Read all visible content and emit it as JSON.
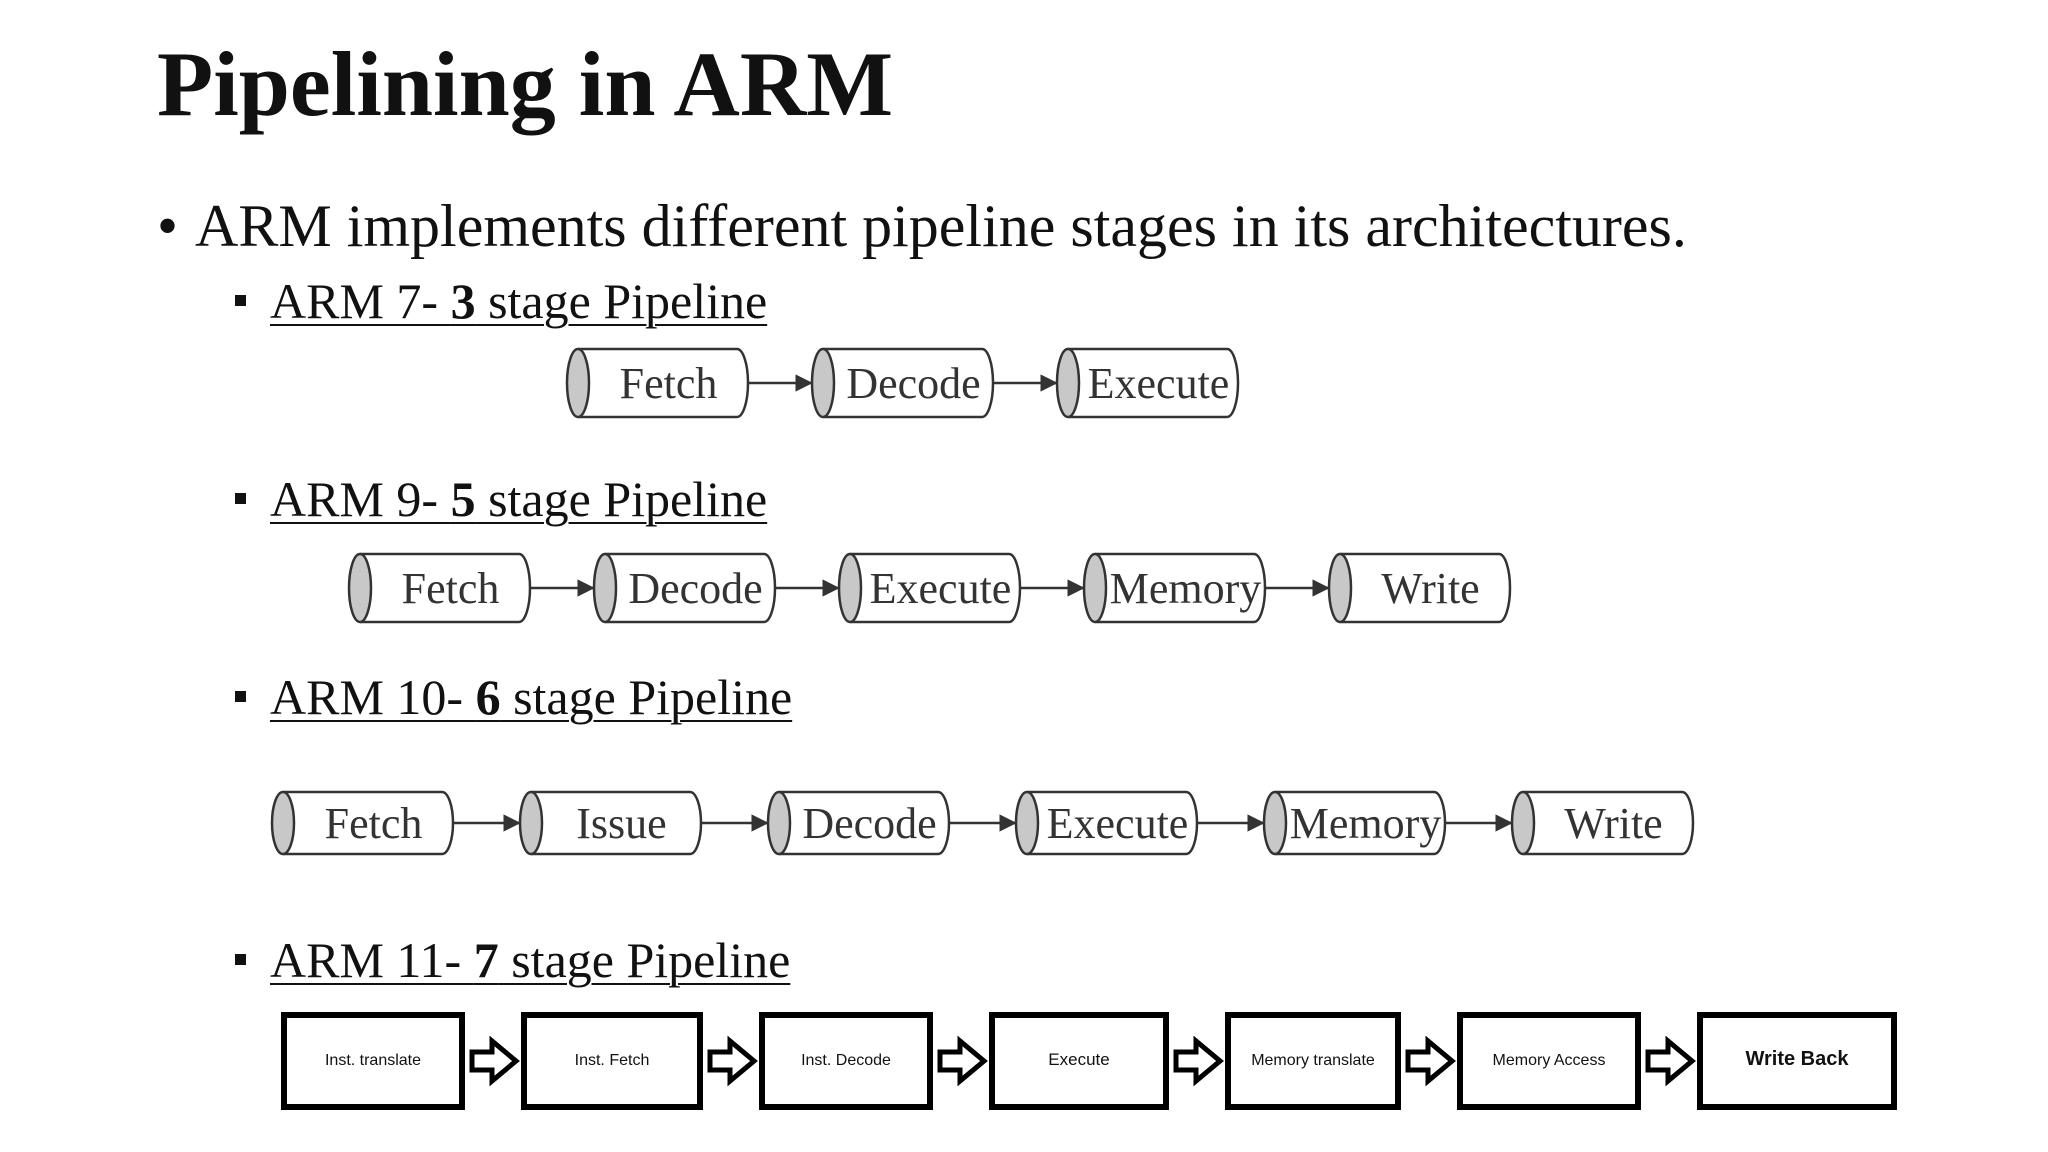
{
  "title": "Pipelining in ARM",
  "bullet": {
    "symbol": "•",
    "text": "ARM implements different pipeline stages in its architectures."
  },
  "sections": [
    {
      "prefix": "ARM 7- ",
      "count": "3",
      "suffix": " stage Pipeline",
      "stages": [
        "Fetch",
        "Decode",
        "Execute"
      ]
    },
    {
      "prefix": "ARM 9- ",
      "count": "5",
      "suffix": " stage Pipeline",
      "stages": [
        "Fetch",
        "Decode",
        "Execute",
        "Memory",
        "Write"
      ]
    },
    {
      "prefix": "ARM 10- ",
      "count": "6",
      "suffix": " stage Pipeline",
      "stages": [
        "Fetch",
        "Issue",
        "Decode",
        "Execute",
        "Memory",
        "Write"
      ]
    },
    {
      "prefix": "ARM 11- ",
      "count": "7",
      "suffix": " stage Pipeline",
      "stages": [
        "Inst. translate",
        "Inst. Fetch",
        "Inst. Decode",
        "Execute",
        "Memory translate",
        "Memory Access",
        "Write Back"
      ]
    }
  ],
  "colors": {
    "cylinder_cap": "#c8c8c8",
    "stroke": "#333333",
    "box_stroke": "#000000"
  }
}
